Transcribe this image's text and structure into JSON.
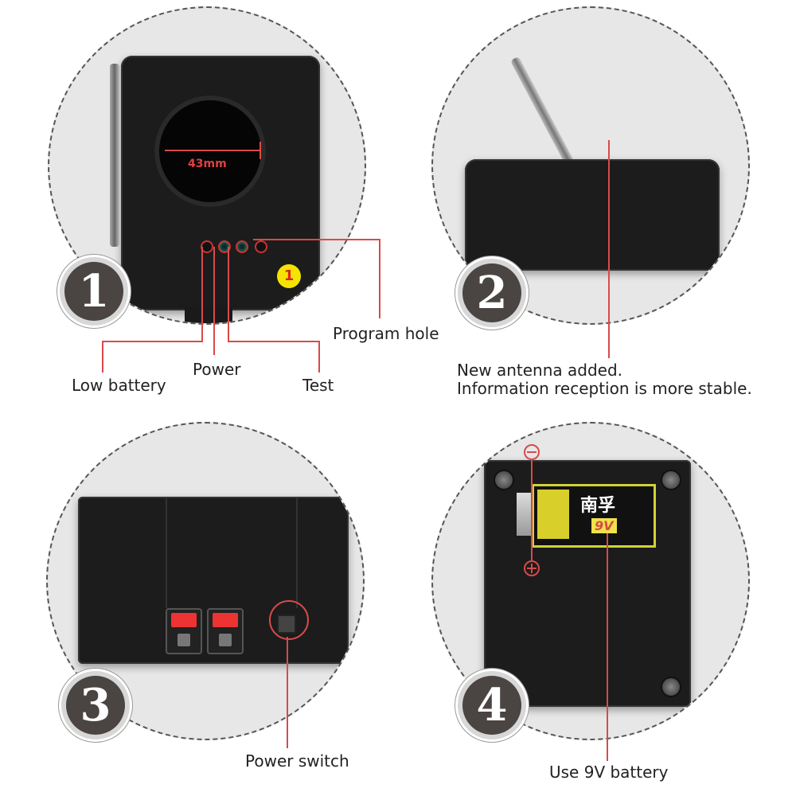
{
  "panel1": {
    "badge": "1",
    "diameter_label": "43mm",
    "sticker": "1",
    "labels": {
      "program_hole": "Program hole",
      "low_battery": "Low battery",
      "power": "Power",
      "test": "Test"
    }
  },
  "panel2": {
    "badge": "2",
    "caption_line1": "New antenna added.",
    "caption_line2": "Information reception is more stable."
  },
  "panel3": {
    "badge": "3",
    "caption": "Power switch"
  },
  "panel4": {
    "badge": "4",
    "battery_brand": "南孚",
    "battery_voltage": "9V",
    "caption": "Use 9V battery"
  },
  "colors": {
    "accent_line": "#d94a4a",
    "device_body": "#1c1c1c",
    "sticker_yellow": "#f5e400"
  }
}
